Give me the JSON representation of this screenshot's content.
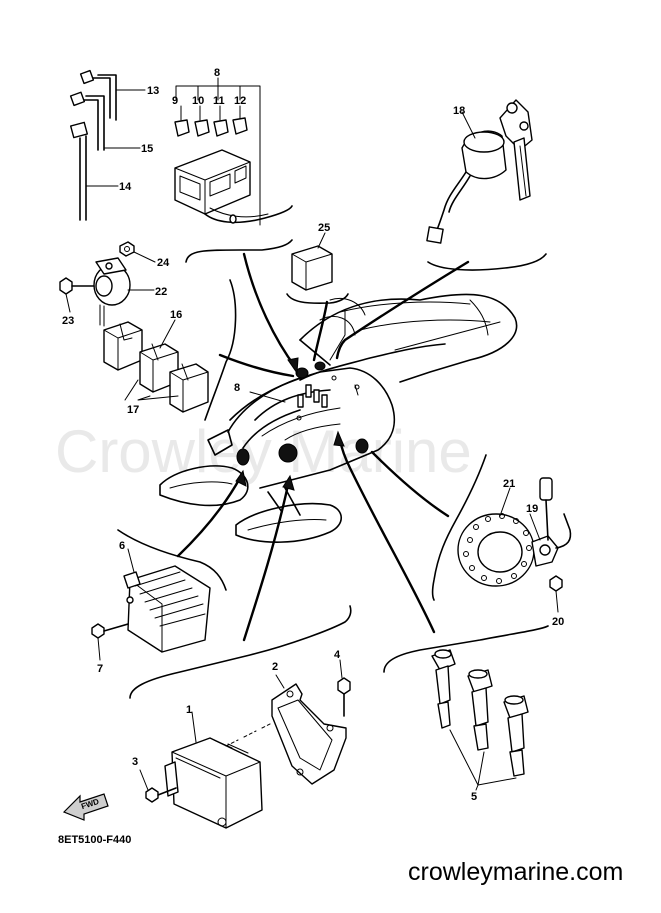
{
  "watermark": "Crowley Marine",
  "drawing_code": "8ET5100-F440",
  "website": "crowleymarine.com",
  "fwd_label": "FWD",
  "callouts": {
    "p1": "1",
    "p2": "2",
    "p3": "3",
    "p4": "4",
    "p5": "5",
    "p6": "6",
    "p7": "7",
    "p8a": "8",
    "p8b": "8",
    "p9": "9",
    "p10": "10",
    "p11": "11",
    "p12": "12",
    "p13": "13",
    "p14": "14",
    "p15": "15",
    "p16": "16",
    "p17": "17",
    "p18": "18",
    "p19": "19",
    "p20": "20",
    "p21": "21",
    "p22": "22",
    "p23": "23",
    "p24": "24",
    "p25": "25"
  }
}
